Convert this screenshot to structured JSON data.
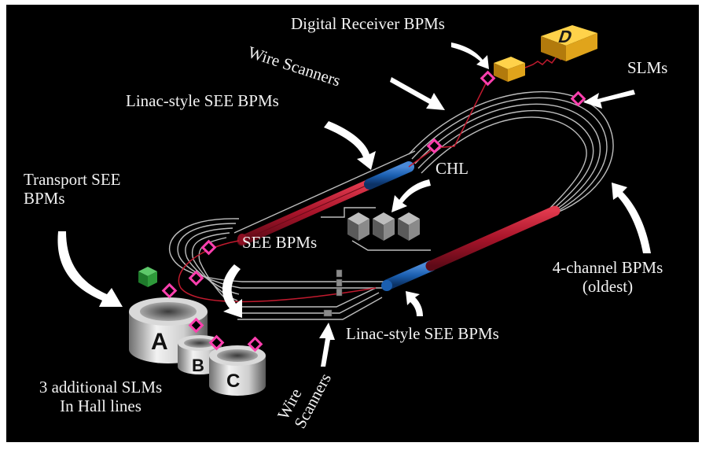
{
  "labels": {
    "digital_receiver": "Digital Receiver BPMs",
    "wire_scanners_top": "Wire Scanners",
    "slms": "SLMs",
    "linac_see_top": "Linac-style SEE BPMs",
    "chl": "CHL",
    "transport_see_line1": "Transport SEE",
    "transport_see_line2": "BPMs",
    "see_bpms": "SEE BPMs",
    "four_channel_line1": "4-channel BPMs",
    "four_channel_line2": "(oldest)",
    "linac_see_bottom": "Linac-style SEE BPMs",
    "additional_slms_line1": "3 additional SLMs",
    "additional_slms_line2": "In Hall lines",
    "wire_scanners_bottom_line1": "Wire",
    "wire_scanners_bottom_line2": "Scanners"
  },
  "halls": [
    "A",
    "B",
    "C",
    "D"
  ],
  "colors": {
    "background": "#000000",
    "linac": "#b0152a",
    "linac_blue": "#1b5fb0",
    "beamline": "#bdbdbd",
    "marker": "#ff3fae",
    "hall_d": "#e0a41b",
    "injector": "#2e9a3a"
  }
}
